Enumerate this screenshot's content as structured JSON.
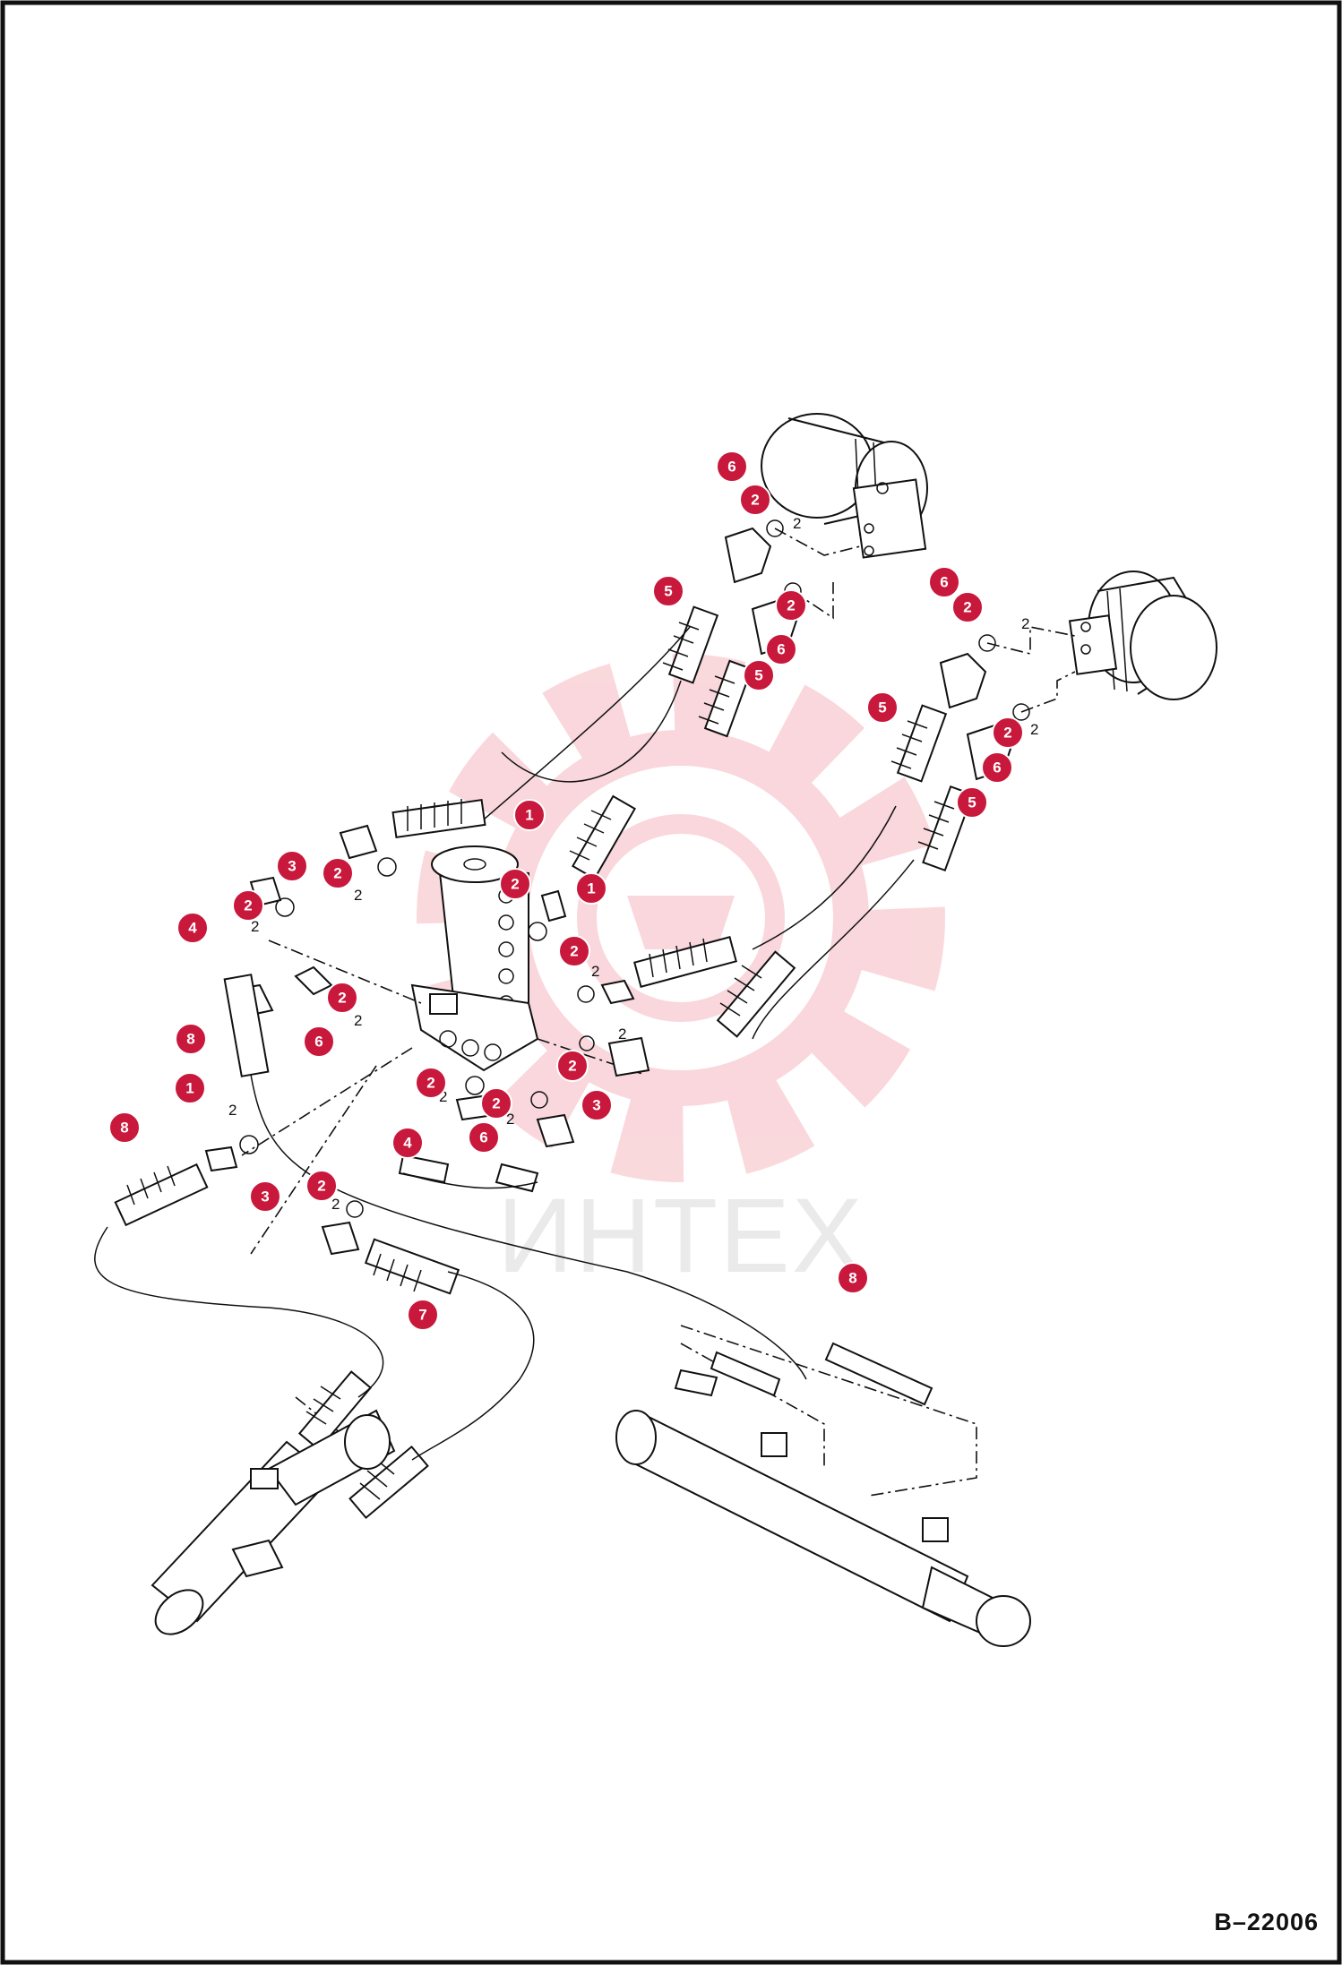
{
  "diagram_id": "B–22006",
  "watermark": {
    "text": "ИНТЕХ"
  },
  "callouts": [
    {
      "n": "6"
    },
    {
      "n": "2"
    },
    {
      "n": "5"
    },
    {
      "n": "2"
    },
    {
      "n": "6"
    },
    {
      "n": "5"
    },
    {
      "n": "6"
    },
    {
      "n": "2"
    },
    {
      "n": "5"
    },
    {
      "n": "2"
    },
    {
      "n": "6"
    },
    {
      "n": "5"
    },
    {
      "n": "1"
    },
    {
      "n": "3"
    },
    {
      "n": "2"
    },
    {
      "n": "2"
    },
    {
      "n": "1"
    },
    {
      "n": "4"
    },
    {
      "n": "2"
    },
    {
      "n": "2"
    },
    {
      "n": "2"
    },
    {
      "n": "8"
    },
    {
      "n": "6"
    },
    {
      "n": "2"
    },
    {
      "n": "3"
    },
    {
      "n": "1"
    },
    {
      "n": "2"
    },
    {
      "n": "2"
    },
    {
      "n": "8"
    },
    {
      "n": "4"
    },
    {
      "n": "6"
    },
    {
      "n": "2"
    },
    {
      "n": "3"
    },
    {
      "n": "7"
    },
    {
      "n": "8"
    }
  ]
}
